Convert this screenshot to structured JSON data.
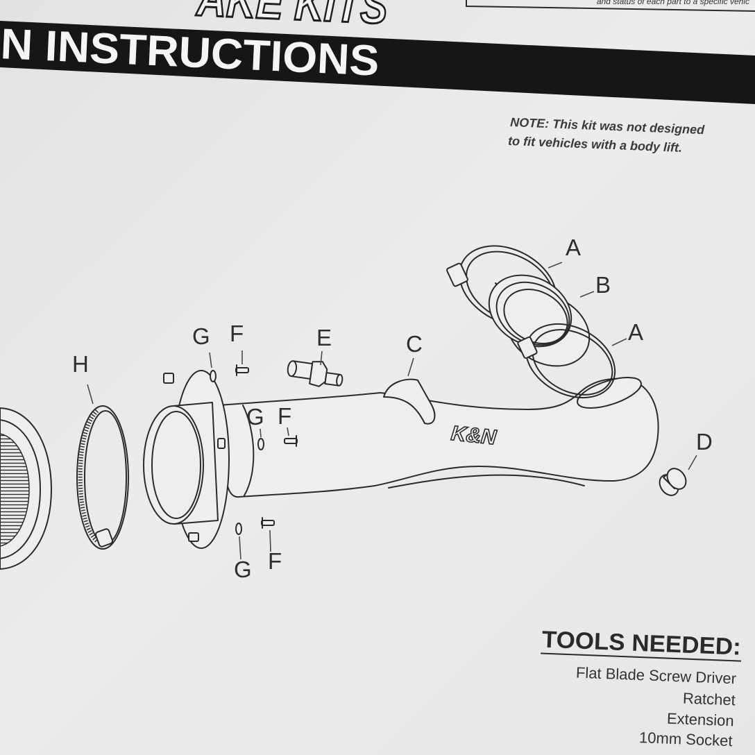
{
  "header": {
    "series_title": "AKE KITS",
    "reference_box_text": "and status of each part to a specific vehic",
    "banner_title": "N INSTRUCTIONS"
  },
  "note": {
    "line1": "NOTE: This kit was not designed",
    "line2": "to fit vehicles with a body lift."
  },
  "diagram": {
    "logo": "K&N",
    "labels": {
      "a_upper": "A",
      "b": "B",
      "a_lower": "A",
      "c": "C",
      "d": "D",
      "e": "E",
      "g_top": "G",
      "f_top": "F",
      "g_middle": "G",
      "f_middle": "F",
      "g_bottom": "G",
      "f_bottom": "F",
      "h": "H"
    }
  },
  "tools": {
    "heading": "TOOLS NEEDED:",
    "items": [
      "Flat Blade Screw Driver",
      "Ratchet",
      "Extension",
      "10mm Socket"
    ]
  },
  "colors": {
    "banner": "#161616",
    "ink": "#2a2a2a",
    "paper": "#ececec"
  }
}
